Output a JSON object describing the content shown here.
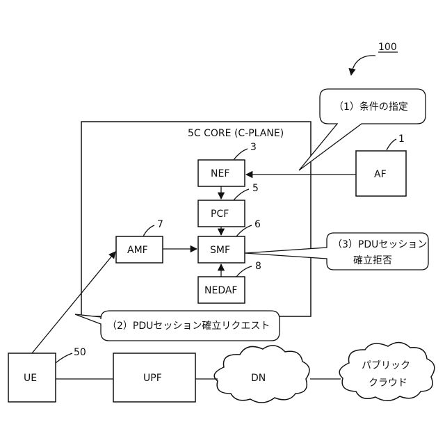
{
  "figure_ref": "100",
  "core": {
    "label": "5C CORE (C-PLANE)"
  },
  "nodes": {
    "nef": {
      "label": "NEF",
      "ref": "3"
    },
    "pcf": {
      "label": "PCF",
      "ref": "5"
    },
    "smf": {
      "label": "SMF",
      "ref": "6"
    },
    "amf": {
      "label": "AMF",
      "ref": "7"
    },
    "nedaf": {
      "label": "NEDAF",
      "ref": "8"
    },
    "af": {
      "label": "AF",
      "ref": "1"
    },
    "ue": {
      "label": "UE",
      "ref": "50"
    },
    "upf": {
      "label": "UPF"
    },
    "dn": {
      "label": "DN"
    },
    "cloud": {
      "line1": "パブリック",
      "line2": "クラウド"
    }
  },
  "callouts": {
    "c1": "（1）条件の指定",
    "c2": "（2）PDUセッション確立リクエスト",
    "c3_line1": "（3）PDUセッション",
    "c3_line2": "確立拒否"
  }
}
